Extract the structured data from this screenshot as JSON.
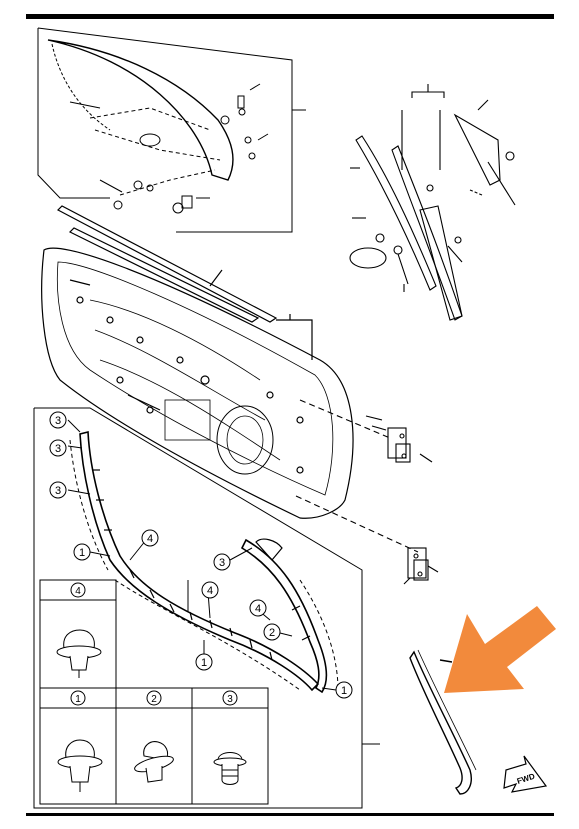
{
  "callouts": {
    "c1": "1",
    "c2": "2",
    "c3": "3",
    "c4": "4"
  },
  "fwd_label": "FWD",
  "colors": {
    "line": "#000000",
    "arrow": "#f28a3c",
    "background": "#ffffff"
  },
  "icons": [
    "clip-icon",
    "fwd-arrow-icon",
    "highlight-arrow-icon"
  ]
}
